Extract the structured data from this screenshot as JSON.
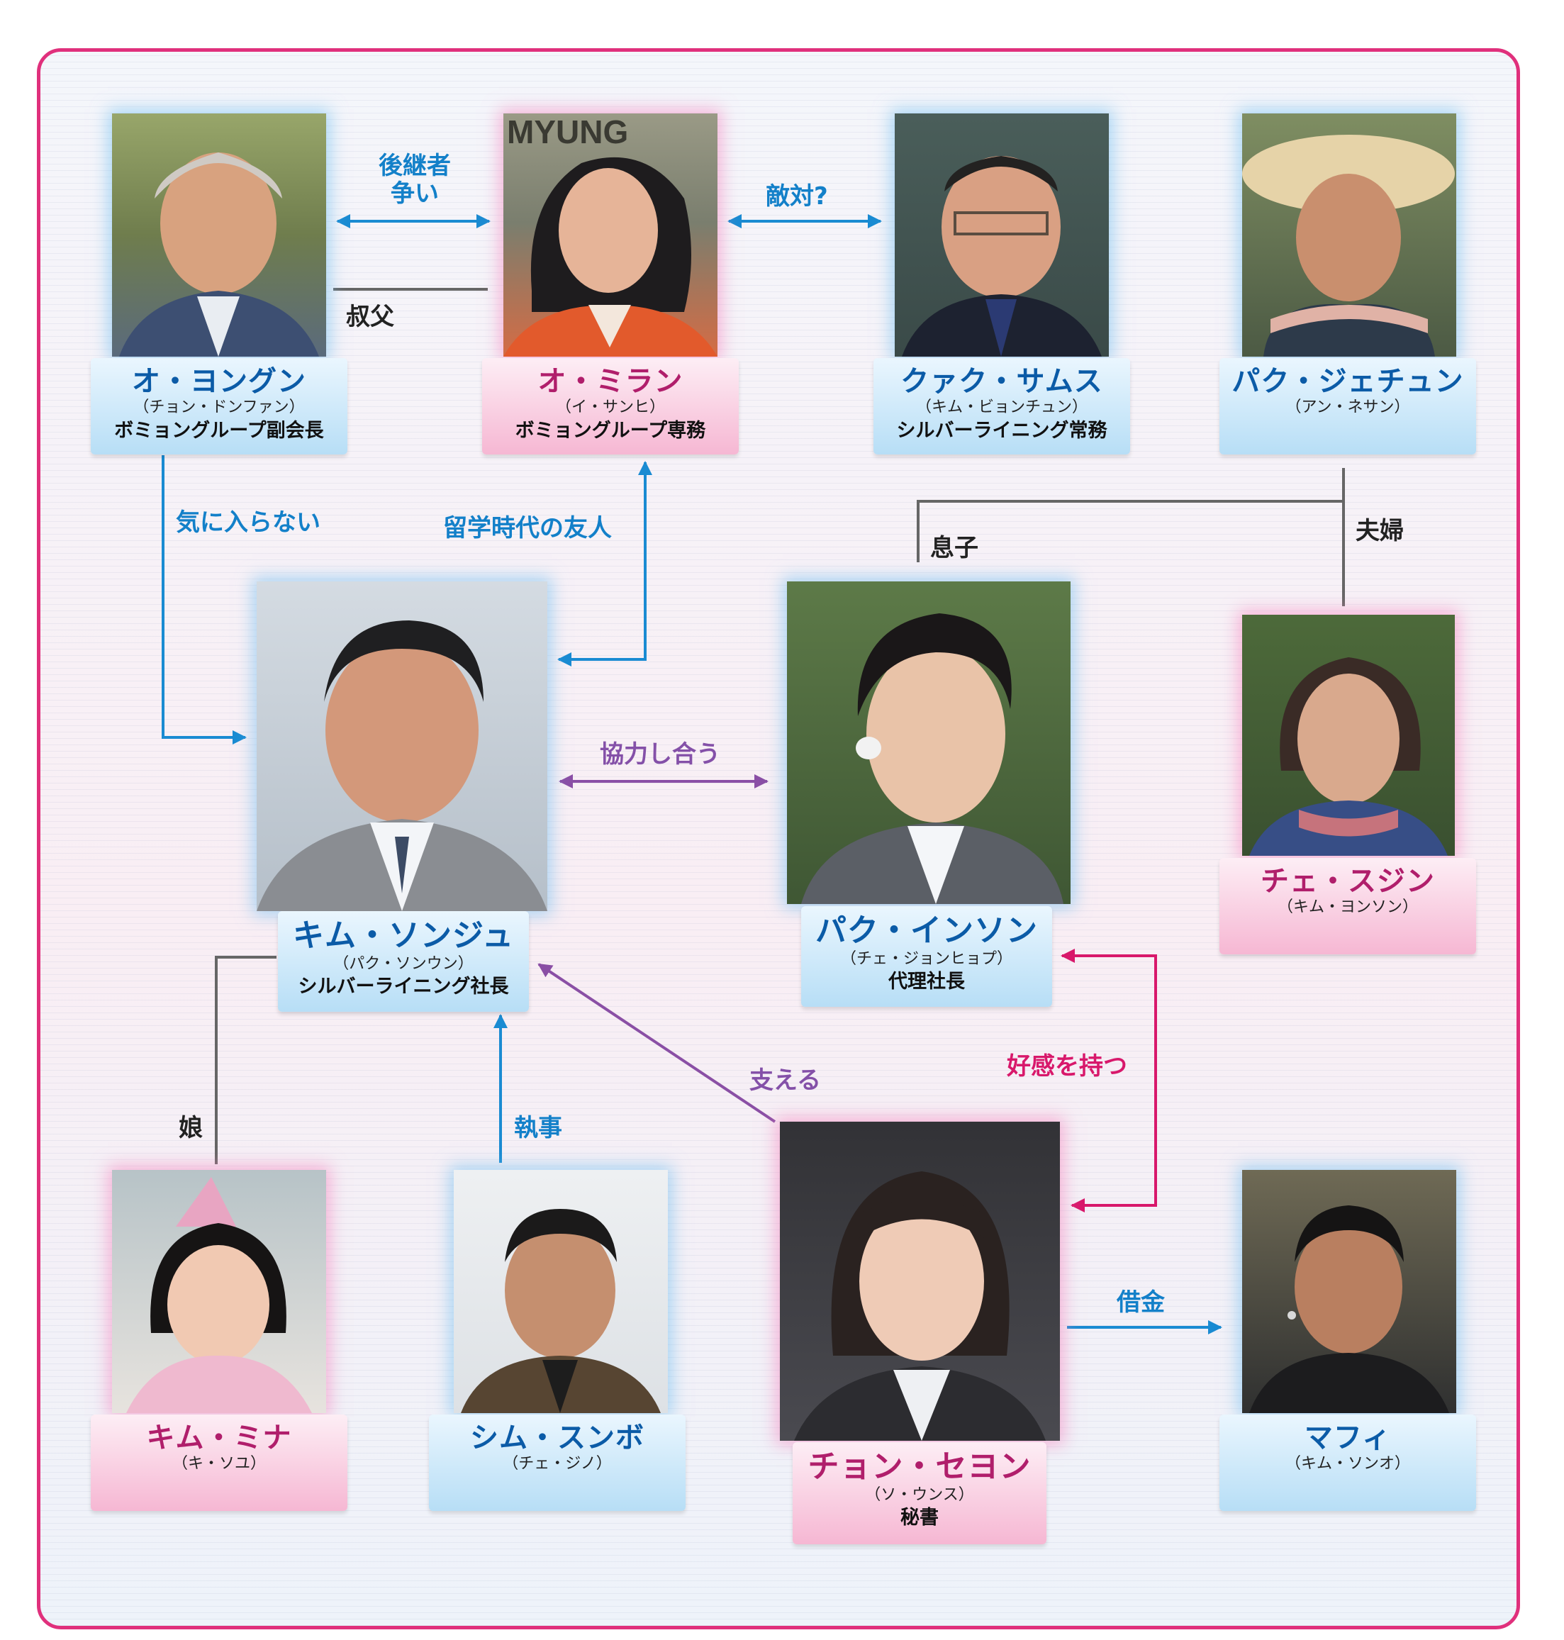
{
  "colors": {
    "frame": "#e0307c",
    "blue_arrow": "#1a8bd2",
    "purple_arrow": "#8a4fa5",
    "pink_arrow": "#d8186b",
    "family_line": "#666666"
  },
  "characters": {
    "oh_yong_gun": {
      "name": "オ・ヨングン",
      "actor": "（チョン・ドンファン）",
      "role": "ボミョングループ副会長"
    },
    "oh_miran": {
      "name": "オ・ミラン",
      "actor": "（イ・サンヒ）",
      "role": "ボミョングループ専務"
    },
    "kwak_samsu": {
      "name": "クァク・サムス",
      "actor": "（キム・ビョンチュン）",
      "role": "シルバーライニング常務"
    },
    "park_jaechun": {
      "name": "パク・ジェチュン",
      "actor": "（アン・ネサン）",
      "role": ""
    },
    "kim_sungju": {
      "name": "キム・ソンジュ",
      "actor": "（パク・ソンウン）",
      "role": "シルバーライニング社長"
    },
    "park_inson": {
      "name": "パク・インソン",
      "actor": "（チェ・ジョンヒョプ）",
      "role": "代理社長"
    },
    "choi_sujin": {
      "name": "チェ・スジン",
      "actor": "（キム・ヨンソン）",
      "role": ""
    },
    "kim_mina": {
      "name": "キム・ミナ",
      "actor": "（キ・ソユ）",
      "role": ""
    },
    "sim_sunbo": {
      "name": "シム・スンボ",
      "actor": "（チェ・ジノ）",
      "role": ""
    },
    "jeon_seyeon": {
      "name": "チョン・セヨン",
      "actor": "（ソ・ウンス）",
      "role": "秘書"
    },
    "mafia": {
      "name": "マフィ",
      "actor": "（キム・ソンオ）",
      "role": ""
    }
  },
  "relations": {
    "succession": "後継者\n争い",
    "uncle": "叔父",
    "hostile": "敵対?",
    "dislike": "気に入らない",
    "study_friend": "留学時代の友人",
    "son": "息子",
    "couple": "夫婦",
    "cooperate": "協力し合う",
    "daughter": "娘",
    "butler": "執事",
    "support": "支える",
    "crush": "好感を持つ",
    "debt": "借金"
  },
  "photo_texts": {
    "miran_sign": "MYUNG"
  }
}
